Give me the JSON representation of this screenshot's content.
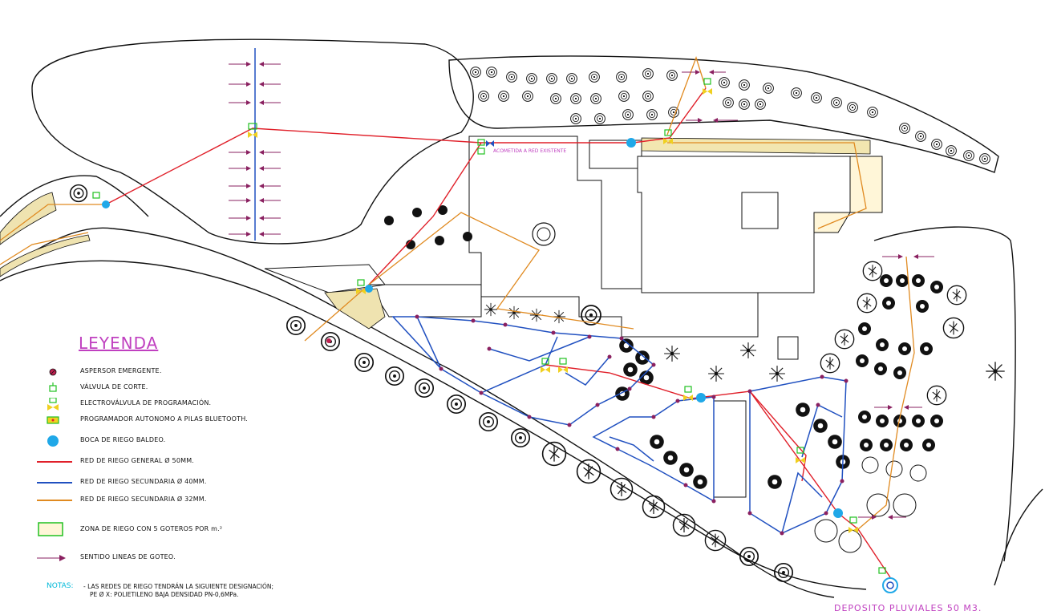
{
  "legend": {
    "title": "LEYENDA",
    "items": [
      {
        "symbol": "aspersor-emergente",
        "label": "ASPERSOR EMERGENTE."
      },
      {
        "symbol": "valvula-corte",
        "label": "VÁLVULA DE CORTE."
      },
      {
        "symbol": "electrovalvula",
        "label": "ELECTROVÁLVULA DE PROGRAMACIÓN."
      },
      {
        "symbol": "programador",
        "label": "PROGRAMADOR AUTONOMO A PILAS BLUETOOTH."
      },
      {
        "symbol": "boca-riego",
        "label": "BOCA DE RIEGO BALDEO."
      },
      {
        "symbol": "red-general",
        "label": "RED DE RIEGO GENERAL Ø 50MM."
      },
      {
        "symbol": "red-secundaria-40",
        "label": "RED DE RIEGO SECUNDARIA Ø 40MM."
      },
      {
        "symbol": "red-secundaria-32",
        "label": "RED DE RIEGO SECUNDARIA Ø 32MM."
      },
      {
        "symbol": "zona-goteros",
        "label": "ZONA DE RIEGO CON 5 GOTEROS POR m.²"
      },
      {
        "symbol": "sentido-goteo",
        "label": "SENTIDO LINEAS DE GOTEO."
      }
    ]
  },
  "notes": {
    "label": "NOTAS:",
    "line1": "- LAS REDES DE RIEGO TENDRÁN LA SIGUIENTE DESIGNACIÓN;",
    "line2": "PE Ø X: POLIETILENO BAJA DENSIDAD PN-0,6MPa."
  },
  "plan_labels": {
    "acometida": "ACOMETIDA A RED EXISTENTE",
    "deposito": "DEPOSITO PLUVIALES 50 M3."
  },
  "colors": {
    "red_general": "#e0202a",
    "red_secundaria_40": "#2050c0",
    "red_secundaria_32": "#e08a20",
    "valve_green": "#20c020",
    "valve_yellow": "#f0d020",
    "boca_cyan": "#20a8e8",
    "annotation_magenta": "#c040c0",
    "notes_cyan": "#00b8d8",
    "drip_arrow": "#8a2060"
  }
}
